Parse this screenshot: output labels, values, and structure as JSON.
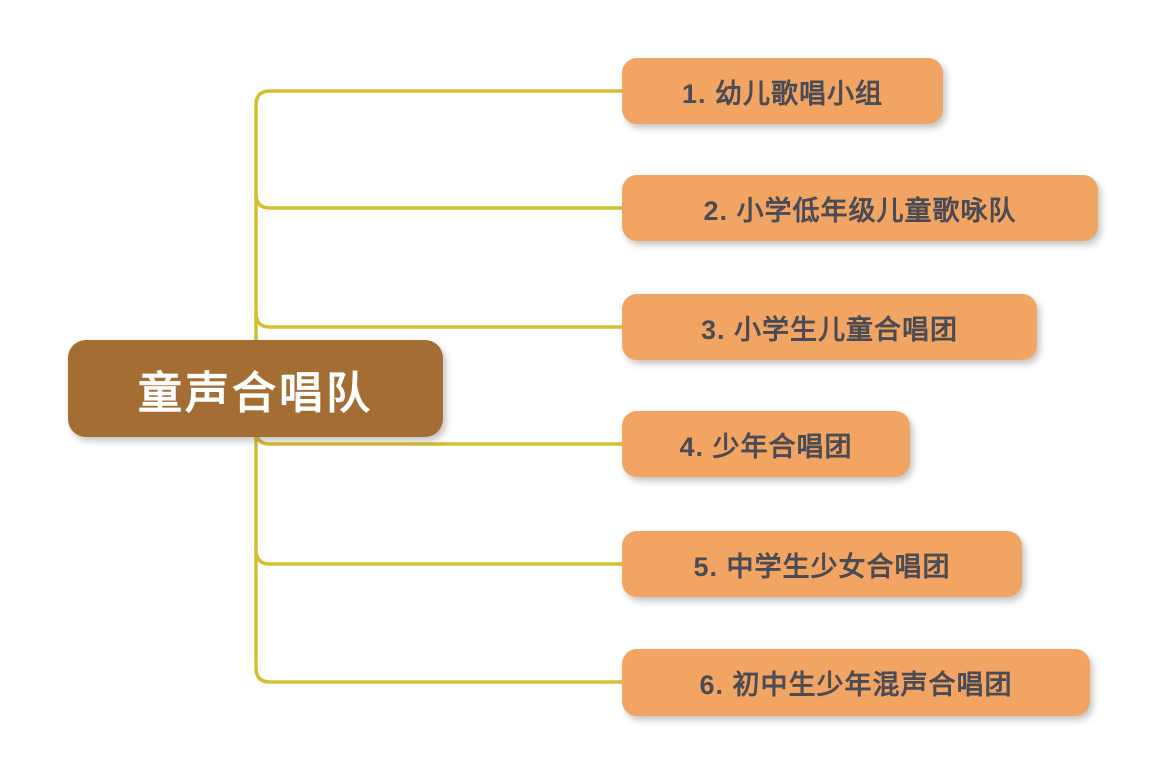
{
  "diagram": {
    "type": "mindmap",
    "root": {
      "label": "童声合唱队"
    },
    "children": [
      {
        "label": "1. 幼儿歌唱小组"
      },
      {
        "label": "2. 小学低年级儿童歌咏队"
      },
      {
        "label": "3. 小学生儿童合唱团"
      },
      {
        "label": "4. 少年合唱团"
      },
      {
        "label": "5. 中学生少女合唱团"
      },
      {
        "label": "6. 初中生少年混声合唱团"
      }
    ]
  },
  "colors": {
    "background": "#FFFFFF",
    "root_bg": "#A46D33",
    "root_text": "#FFFFFF",
    "child_bg": "#F2A462",
    "child_text": "#4A4B54",
    "connector": "#D6BE33"
  }
}
